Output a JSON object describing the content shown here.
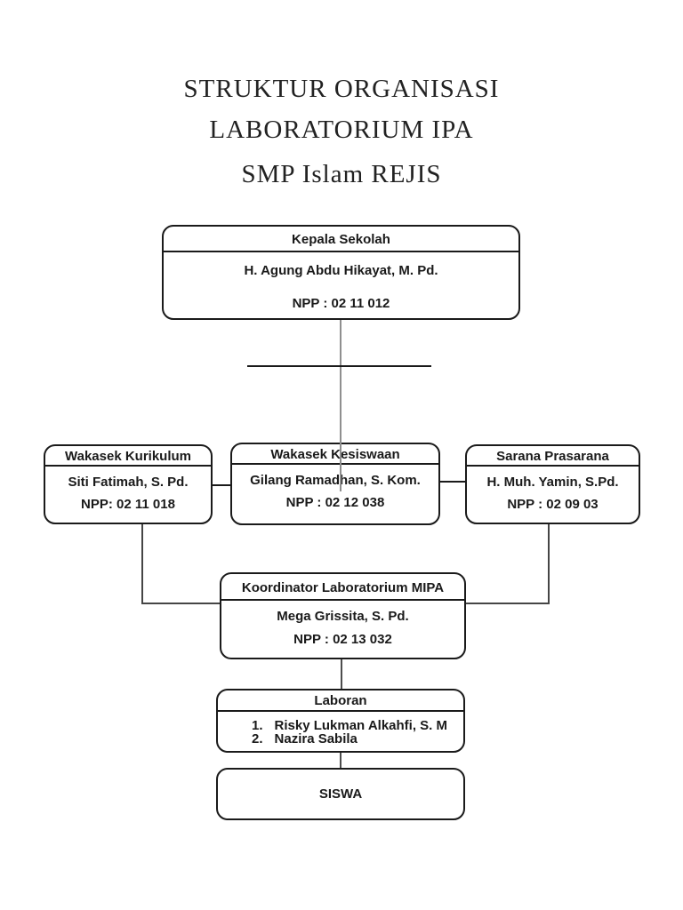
{
  "document": {
    "title_lines": [
      "STRUKTUR ORGANISASI",
      "LABORATORIUM IPA",
      "SMP Islam REJIS"
    ]
  },
  "org_chart": {
    "kepala_sekolah": {
      "role": "Kepala Sekolah",
      "name": "H. Agung Abdu Hikayat, M. Pd.",
      "npp": "NPP : 02 11 012"
    },
    "wakasek_kurikulum": {
      "role": "Wakasek Kurikulum",
      "name": "Siti Fatimah, S. Pd.",
      "npp": "NPP: 02 11 018"
    },
    "wakasek_kesiswaan": {
      "role": "Wakasek Kesiswaan",
      "name": "Gilang Ramadhan, S. Kom.",
      "npp": "NPP : 02 12 038"
    },
    "sarana_prasarana": {
      "role": "Sarana Prasarana",
      "name": "H. Muh. Yamin, S.Pd.",
      "npp": "NPP : 02 09 03"
    },
    "koordinator_lab": {
      "role": "Koordinator Laboratorium MIPA",
      "name": "Mega Grissita, S. Pd.",
      "npp": "NPP : 02 13 032"
    },
    "laboran": {
      "role": "Laboran",
      "members": [
        {
          "num": "1.",
          "name": "Risky Lukman Alkahfi, S. M"
        },
        {
          "num": "2.",
          "name": "Nazira Sabila"
        }
      ]
    },
    "siswa": {
      "role": "SISWA"
    }
  },
  "colors": {
    "page_background": "#ffffff",
    "box_border": "#1a1a1a",
    "text": "#1a1a1a",
    "connector_dark": "#454545",
    "connector_light": "#8f8f8f"
  }
}
